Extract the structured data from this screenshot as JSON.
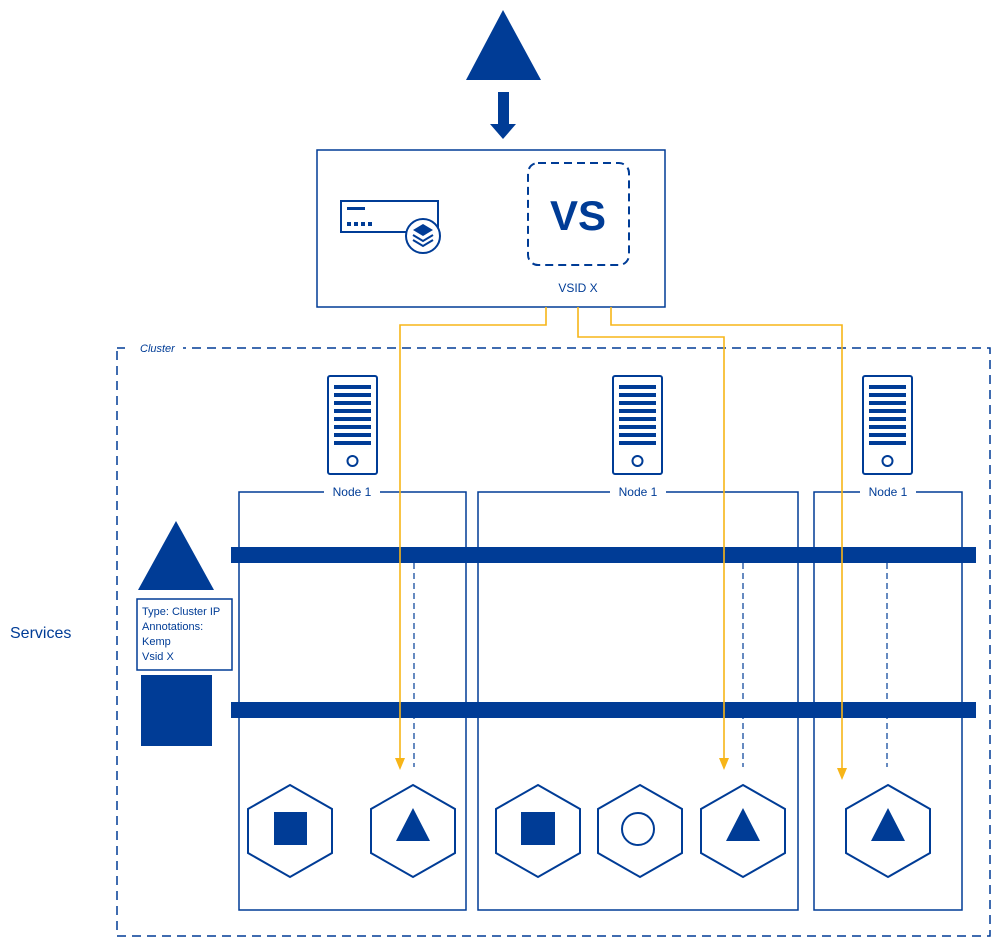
{
  "colors": {
    "primary": "#003c96",
    "flow": "#f7b518",
    "background": "#ffffff"
  },
  "load_balancer": {
    "badge_text": "VS",
    "vsid_label": "VSID X",
    "appliance_icon": "load-balancer-appliance-icon"
  },
  "cluster": {
    "label": "Cluster",
    "nodes": [
      {
        "label": "Node 1",
        "pods": [
          "square",
          "triangle"
        ]
      },
      {
        "label": "Node 1",
        "pods": [
          "square",
          "circle",
          "triangle"
        ]
      },
      {
        "label": "Node 1",
        "pods": [
          "triangle"
        ]
      }
    ]
  },
  "services": {
    "label": "Services",
    "annotation_lines": [
      "Type: Cluster IP",
      "Annotations:",
      "Kemp",
      "Vsid X"
    ]
  }
}
